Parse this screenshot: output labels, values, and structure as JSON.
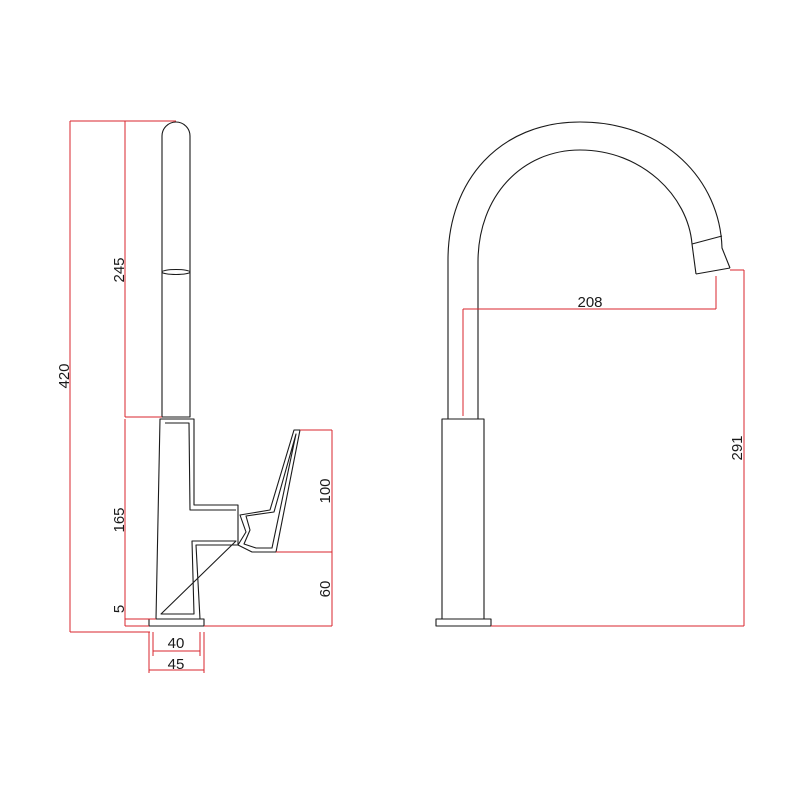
{
  "drawing": {
    "colors": {
      "outline": "#1a1a1a",
      "dimension": "#d9262c",
      "background": "#ffffff"
    },
    "side_view": {
      "dimensions": {
        "total_height": "420",
        "spout_height": "245",
        "body_height": "165",
        "base_height": "5",
        "lever_height": "100",
        "lever_offset": "60",
        "body_width": "40",
        "base_width": "45"
      }
    },
    "front_view": {
      "dimensions": {
        "reach": "208",
        "outlet_height": "291"
      }
    }
  }
}
